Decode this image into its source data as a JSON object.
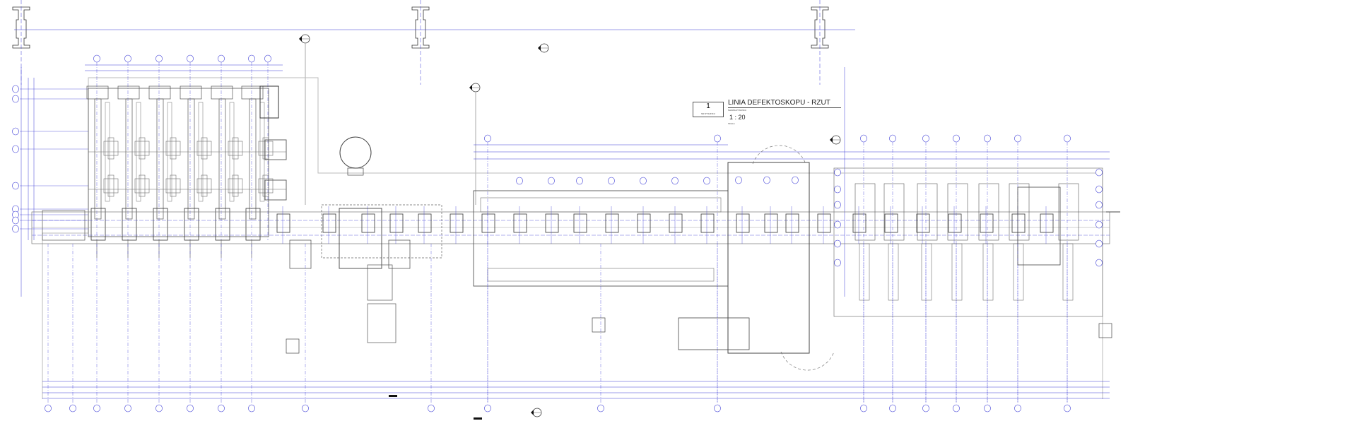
{
  "title_block": {
    "drawing_number": "1",
    "drawing_number_label": "NR RYSUNKU",
    "drawing_name": "LINIA DEFEKTOSKOPU - RZUT",
    "drawing_name_label": "NAZWA RYSUNKU",
    "scale": "1 : 20",
    "scale_label": "SKALA"
  },
  "colors": {
    "dimension": "#3b3bd6",
    "equipment": "#6e6e6e",
    "background": "#ffffff"
  }
}
